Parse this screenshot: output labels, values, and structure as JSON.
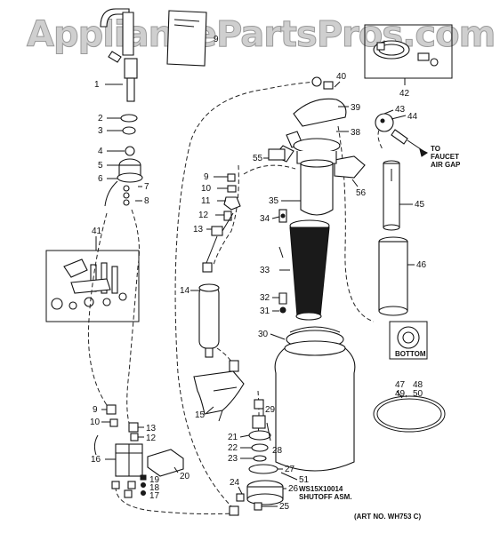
{
  "watermark": "AppliancePartsPros.com",
  "art_number": "(ART NO. WH753 C)",
  "notes": {
    "faucet_line1": "TO",
    "faucet_line2": "FAUCET",
    "faucet_line3": "AIR GAP",
    "bottom_label": "BOTTOM",
    "shutoff_part": "WS15X10014",
    "shutoff_desc": "SHUTOFF ASM."
  },
  "callouts": {
    "c1": "1",
    "c2": "2",
    "c3": "3",
    "c4": "4",
    "c5": "5",
    "c6": "6",
    "c7": "7",
    "c8": "8",
    "c9": "9",
    "c9b": "9",
    "c9c": "9",
    "c10": "10",
    "c10b": "10",
    "c11": "11",
    "c12": "12",
    "c12b": "12",
    "c13": "13",
    "c13b": "13",
    "c14": "14",
    "c15": "15",
    "c16": "16",
    "c17": "17",
    "c18": "18",
    "c19": "19",
    "c20": "20",
    "c21": "21",
    "c22": "22",
    "c23": "23",
    "c24": "24",
    "c25": "25",
    "c26": "26",
    "c27": "27",
    "c28": "28",
    "c29": "29",
    "c30": "30",
    "c31": "31",
    "c32": "32",
    "c33": "33",
    "c34": "34",
    "c35": "35",
    "c38": "38",
    "c39": "39",
    "c40": "40",
    "c41": "41",
    "c42": "42",
    "c43": "43",
    "c44": "44",
    "c45": "45",
    "c46": "46",
    "c47": "47",
    "c48": "48",
    "c49": "49,",
    "c50": "50",
    "c51": "51",
    "c55": "55",
    "c56": "56"
  }
}
